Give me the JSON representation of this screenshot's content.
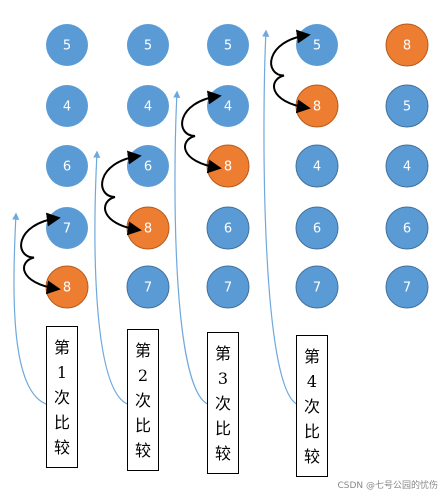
{
  "colors": {
    "blue": "#5B9BD5",
    "orange": "#ED7D31",
    "arrow_black": "#000000",
    "arrow_blue": "#6FA8DC"
  },
  "columns": [
    {
      "values": [
        "5",
        "4",
        "6",
        "7",
        "8"
      ],
      "highlight": 4,
      "label": [
        "第",
        "1",
        "次",
        "比",
        "较"
      ]
    },
    {
      "values": [
        "5",
        "4",
        "6",
        "8",
        "7"
      ],
      "highlight": 3,
      "label": [
        "第",
        "2",
        "次",
        "比",
        "较"
      ]
    },
    {
      "values": [
        "5",
        "4",
        "8",
        "6",
        "7"
      ],
      "highlight": 2,
      "label": [
        "第",
        "3",
        "次",
        "比",
        "较"
      ]
    },
    {
      "values": [
        "5",
        "8",
        "4",
        "6",
        "7"
      ],
      "highlight": 1,
      "label": [
        "第",
        "4",
        "次",
        "比",
        "较"
      ]
    },
    {
      "values": [
        "8",
        "5",
        "4",
        "6",
        "7"
      ],
      "highlight": 0,
      "label": null
    }
  ],
  "watermark": "CSDN @七号公园的忧伤"
}
